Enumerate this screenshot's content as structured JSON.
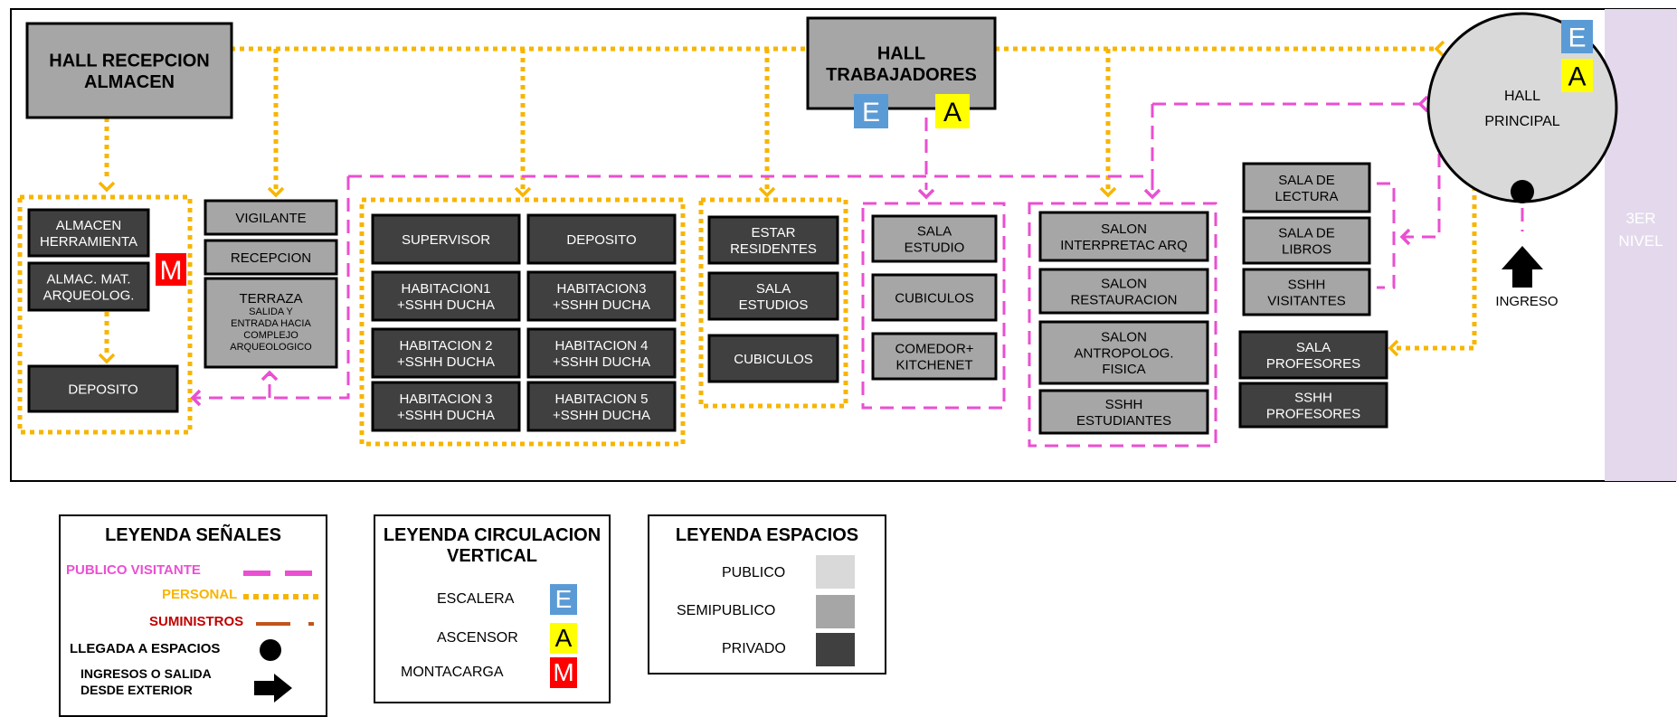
{
  "colors": {
    "publico": "#d9d9d9",
    "semipublico": "#a6a6a6",
    "privado": "#404040",
    "visitante": "#ea4fd2",
    "personal": "#f7b500",
    "suministros": "#c0561d",
    "escalera": "#5b9bd5",
    "ascensor": "#ffff00",
    "montacarga": "#ff0000",
    "next_level_bg": "#e4d9ec"
  },
  "nodes": {
    "hall_recepcion": [
      "HALL RECEPCION",
      "ALMACEN"
    ],
    "hall_trabajadores": [
      "HALL",
      "TRABAJADORES"
    ],
    "hall_principal": [
      "HALL",
      "PRINCIPAL"
    ],
    "almacen_herramienta": [
      "ALMACEN",
      "HERRAMIENTA"
    ],
    "almac_mat": [
      "ALMAC. MAT.",
      "ARQUEOLOG."
    ],
    "deposito_left": [
      "DEPOSITO"
    ],
    "vigilante": [
      "VIGILANTE"
    ],
    "recepcion": [
      "RECEPCION"
    ],
    "terraza": [
      "TERRAZA",
      "SALIDA Y",
      "ENTRADA HACIA",
      "COMPLEJO",
      "ARQUEOLOGICO"
    ],
    "supervisor": [
      "SUPERVISOR"
    ],
    "deposito_mid": [
      "DEPOSITO"
    ],
    "hab1": [
      "HABITACION1",
      "+SSHH DUCHA"
    ],
    "hab3a": [
      "HABITACION3",
      "+SSHH DUCHA"
    ],
    "hab2": [
      "HABITACION 2",
      "+SSHH DUCHA"
    ],
    "hab4": [
      "HABITACION 4",
      "+SSHH DUCHA"
    ],
    "hab3b": [
      "HABITACION 3",
      "+SSHH DUCHA"
    ],
    "hab5": [
      "HABITACION 5",
      "+SSHH DUCHA"
    ],
    "estar": [
      "ESTAR",
      "RESIDENTES"
    ],
    "sala_estudios": [
      "SALA",
      "ESTUDIOS"
    ],
    "cubiculos_a": [
      "CUBICULOS"
    ],
    "sala_estudio": [
      "SALA",
      "ESTUDIO"
    ],
    "cubiculos_b": [
      "CUBICULOS"
    ],
    "comedor": [
      "COMEDOR+",
      "KITCHENET"
    ],
    "salon_interp": [
      "SALON",
      "INTERPRETAC ARQ"
    ],
    "salon_rest": [
      "SALON",
      "RESTAURACION"
    ],
    "salon_antro": [
      "SALON",
      "ANTROPOLOG.",
      "FISICA"
    ],
    "sshh_est": [
      "SSHH",
      "ESTUDIANTES"
    ],
    "sala_lectura": [
      "SALA DE",
      "LECTURA"
    ],
    "sala_libros": [
      "SALA DE",
      "LIBROS"
    ],
    "sshh_vis": [
      "SSHH",
      "VISITANTES"
    ],
    "sala_prof": [
      "SALA",
      "PROFESORES"
    ],
    "sshh_prof": [
      "SSHH",
      "PROFESORES"
    ]
  },
  "badges": {
    "escalera": "E",
    "ascensor": "A",
    "montacarga": "M"
  },
  "ingreso_label": "INGRESO",
  "next_level": [
    "3ER",
    "NIVEL"
  ],
  "legend_senales": {
    "title": "LEYENDA SEÑALES",
    "publico_visitante": "PUBLICO VISITANTE",
    "personal": "PERSONAL",
    "suministros": "SUMINISTROS",
    "llegada": "LLEGADA A ESPACIOS",
    "ingresos_1": "INGRESOS O SALIDA",
    "ingresos_2": "DESDE EXTERIOR"
  },
  "legend_circulacion": {
    "title_1": "LEYENDA CIRCULACION",
    "title_2": "VERTICAL",
    "escalera": "ESCALERA",
    "ascensor": "ASCENSOR",
    "montacarga": "MONTACARGA"
  },
  "legend_espacios": {
    "title": "LEYENDA ESPACIOS",
    "publico": "PUBLICO",
    "semipublico": "SEMIPUBLICO",
    "privado": "PRIVADO"
  }
}
